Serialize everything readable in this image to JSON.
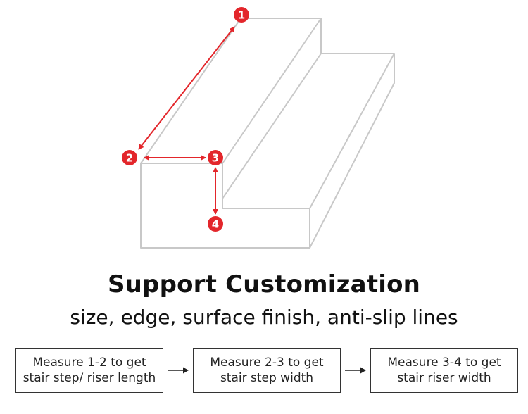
{
  "diagram": {
    "markers": [
      {
        "id": "1",
        "label": "1"
      },
      {
        "id": "2",
        "label": "2"
      },
      {
        "id": "3",
        "label": "3"
      },
      {
        "id": "4",
        "label": "4"
      }
    ],
    "colors": {
      "outline": "#c8c8c8",
      "accent": "#e3262b",
      "marker_text": "#ffffff"
    }
  },
  "heading": {
    "title": "Support Customization",
    "subtitle": "size, edge, surface finish, anti-slip lines"
  },
  "steps": [
    {
      "text": "Measure 1-2 to get\nstair step/ riser length"
    },
    {
      "text": "Measure 2-3 to get\nstair step width"
    },
    {
      "text": "Measure 3-4 to get\nstair riser width"
    }
  ]
}
